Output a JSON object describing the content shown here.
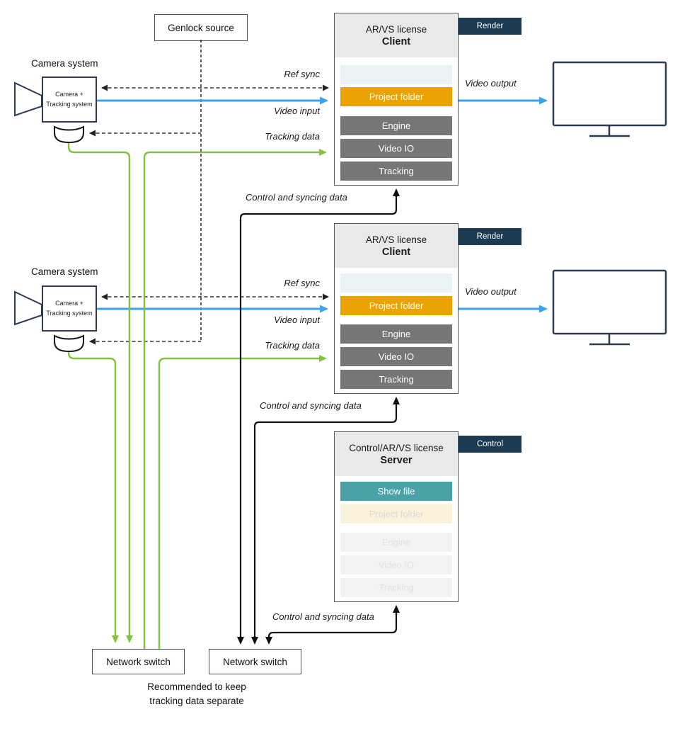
{
  "genlock": {
    "label": "Genlock source"
  },
  "cameras": [
    {
      "title": "Camera system",
      "device": "Camera + Tracking system"
    },
    {
      "title": "Camera system",
      "device": "Camera + Tracking system"
    }
  ],
  "clients": [
    {
      "license": "AR/VS license",
      "role": "Client",
      "tag": "Render",
      "rows": [
        "Project folder",
        "Engine",
        "Video IO",
        "Tracking"
      ]
    },
    {
      "license": "AR/VS license",
      "role": "Client",
      "tag": "Render",
      "rows": [
        "Project folder",
        "Engine",
        "Video IO",
        "Tracking"
      ]
    }
  ],
  "server": {
    "license": "Control/AR/VS license",
    "role": "Server",
    "tag": "Control",
    "rows": [
      "Show file",
      "Project folder",
      "Engine",
      "Video IO",
      "Tracking"
    ]
  },
  "switches": [
    {
      "label": "Network switch"
    },
    {
      "label": "Network switch"
    }
  ],
  "labels": {
    "ref_sync": "Ref sync",
    "video_input": "Video input",
    "tracking_data": "Tracking data",
    "video_output": "Video output",
    "control_sync": "Control and syncing data"
  },
  "note": {
    "line1": "Recommended to keep",
    "line2": "tracking data separate"
  },
  "colors": {
    "accent_amber": "#E9A302",
    "accent_teal": "#4AA2A7",
    "tag_navy": "#1C3A52",
    "module_gray": "#767676",
    "line_green": "#84C341",
    "line_blue": "#3FA2EC",
    "line_black": "#111111",
    "dashed_sync": "#333333",
    "empty_slot_blue": "#EBF3F5",
    "faded_amber_row": "#FBF2DC",
    "faded_gray_row": "#F3F3F3",
    "header_gray": "#E9E9E9"
  }
}
